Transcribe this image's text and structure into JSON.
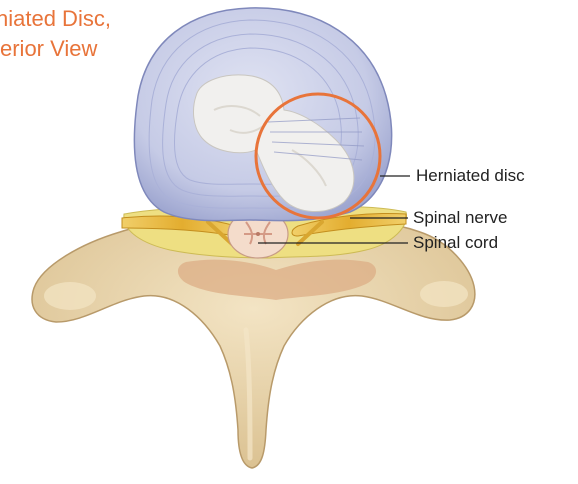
{
  "title": {
    "line1": "niated Disc,",
    "line2": "erior View"
  },
  "labels": {
    "herniated_disc": "Herniated disc",
    "spinal_nerve": "Spinal nerve",
    "spinal_cord": "Spinal cord"
  },
  "colors": {
    "title": "#e8743a",
    "highlight_circle": "#e8743a",
    "label_text": "#222222",
    "disc": "#c9cde6",
    "disc_core": "#f2f2f4",
    "bone": "#e8d4a8",
    "bone_inner": "#d8a880",
    "fat": "#efe07a",
    "nerve": "#e8b83a",
    "cord": "#f3dcc8"
  }
}
